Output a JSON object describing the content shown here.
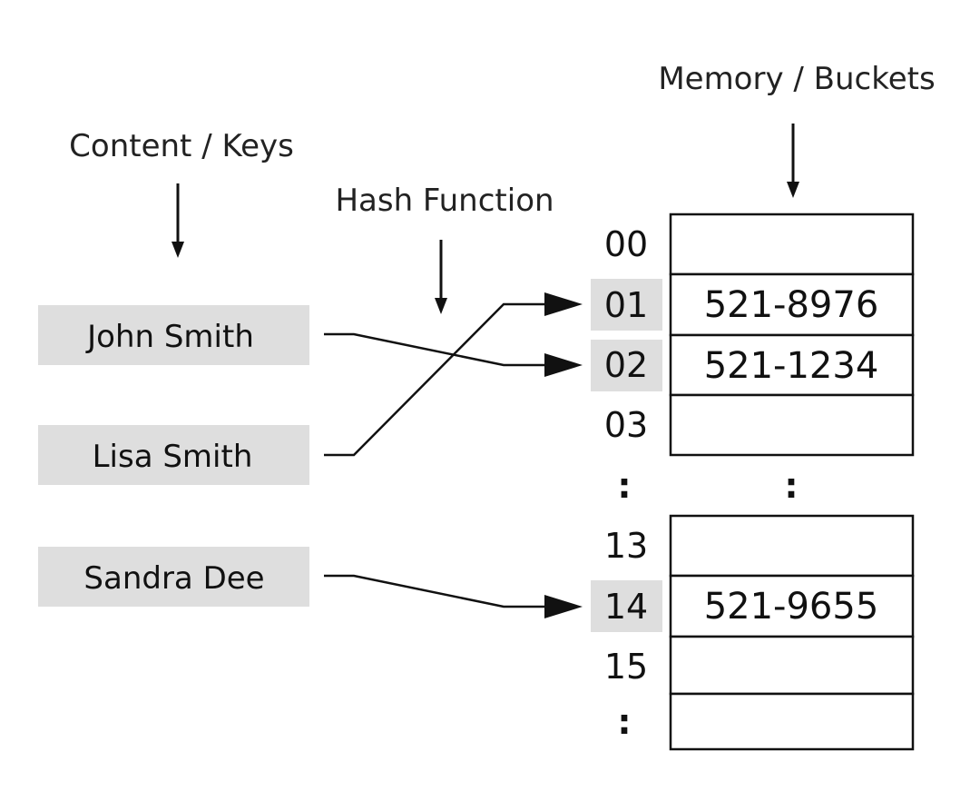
{
  "headers": {
    "content_keys": "Content / Keys",
    "hash_function": "Hash Function",
    "memory_buckets": "Memory / Buckets"
  },
  "keys": [
    {
      "label": "John Smith",
      "target_index": "02"
    },
    {
      "label": "Lisa Smith",
      "target_index": "01"
    },
    {
      "label": "Sandra Dee",
      "target_index": "14"
    }
  ],
  "buckets": [
    {
      "index": "00",
      "value": "",
      "highlighted": false
    },
    {
      "index": "01",
      "value": "521-8976",
      "highlighted": true
    },
    {
      "index": "02",
      "value": "521-1234",
      "highlighted": true
    },
    {
      "index": "03",
      "value": "",
      "highlighted": false
    },
    {
      "index": "13",
      "value": "",
      "highlighted": false
    },
    {
      "index": "14",
      "value": "521-9655",
      "highlighted": true
    },
    {
      "index": "15",
      "value": "",
      "highlighted": false
    },
    {
      "index": "",
      "value": "",
      "highlighted": false
    }
  ],
  "ellipsis": {
    "index_gap": ":",
    "value_gap": ":",
    "trailing_index": ":"
  },
  "colors": {
    "key_fill": "#dedede",
    "highlight_fill": "#dedede",
    "line": "#111111"
  }
}
